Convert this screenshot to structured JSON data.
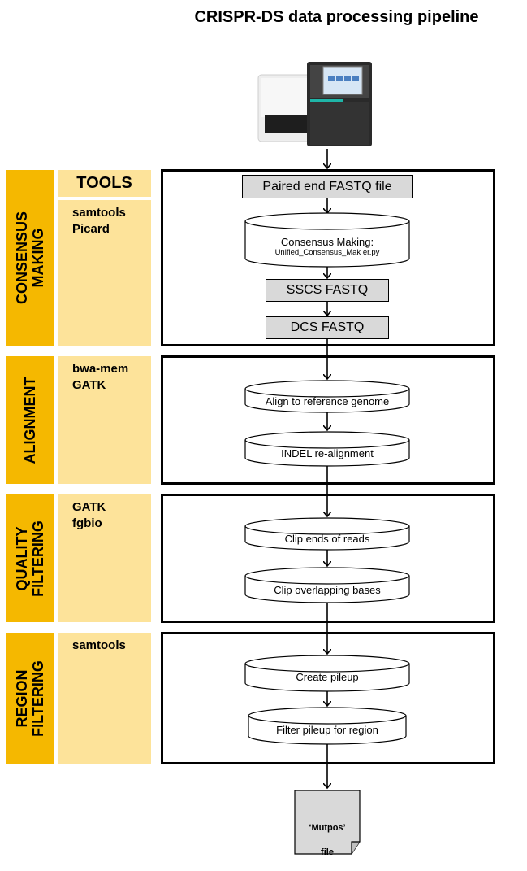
{
  "title": "CRISPR-DS data processing pipeline",
  "tools_header": "TOOLS",
  "stages": [
    {
      "label": "CONSENSUS\nMAKING",
      "tools": "samtools\nPicard"
    },
    {
      "label": "ALIGNMENT",
      "tools": "bwa-mem\nGATK"
    },
    {
      "label": "QUALITY\nFILTERING",
      "tools": "GATK\nfgbio"
    },
    {
      "label": "REGION\nFILTERING",
      "tools": "samtools"
    }
  ],
  "steps": {
    "fastq_input": "Paired end FASTQ file",
    "consensus_title": "Consensus Making:",
    "consensus_script": "Unified_Consensus_Mak er.py",
    "sscs": "SSCS FASTQ",
    "dcs": "DCS FASTQ",
    "align": "Align to reference genome",
    "indel": "INDEL re-alignment",
    "clip_ends": "Clip ends of reads",
    "clip_overlap": "Clip overlapping bases",
    "pileup": "Create pileup",
    "filter_pileup": "Filter pileup for region"
  },
  "output": {
    "line1": "‘Mutpos’",
    "line2": "file"
  }
}
